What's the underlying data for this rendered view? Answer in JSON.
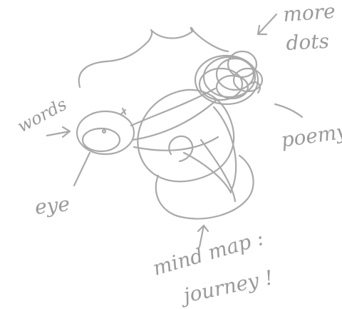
{
  "labels": {
    "more_line1": "more",
    "more_line2": "dots",
    "words": "words",
    "poem": "poemy",
    "eye": "eye",
    "mind_map_line1": "mind map :",
    "mind_map_line2": "journey !"
  },
  "colors": {
    "ink": "#a9a9a9",
    "paper": "#ffffff"
  }
}
